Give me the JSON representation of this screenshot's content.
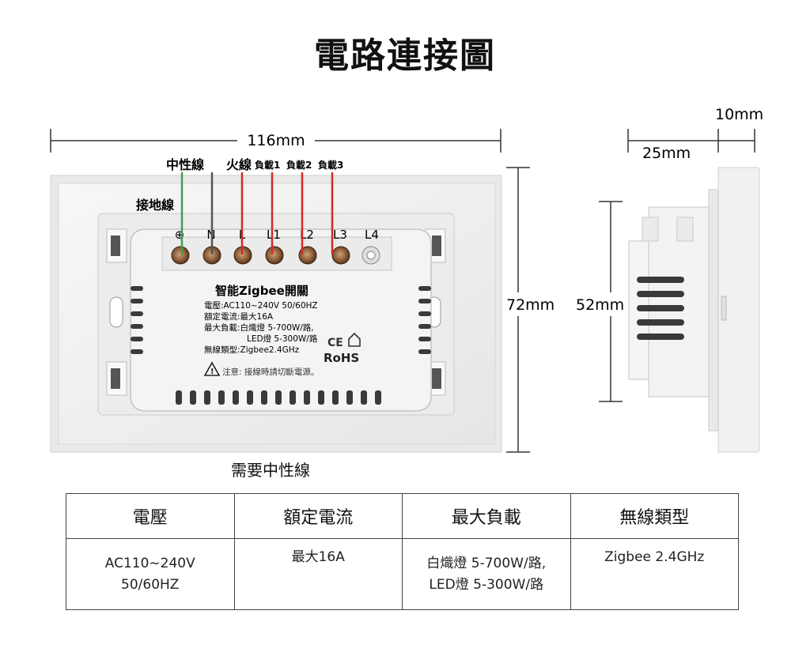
{
  "title": "電路連接圖",
  "dimensions": {
    "width": "116mm",
    "height_front": "72mm",
    "height_side": "52mm",
    "depth_total": "25mm",
    "depth_plate": "10mm"
  },
  "wire_labels": {
    "neutral": "中性線",
    "live": "火線",
    "load1": "負載1",
    "load2": "負載2",
    "load3": "負載3",
    "ground": "接地線"
  },
  "terminals": [
    "⊕",
    "N",
    "L",
    "L1",
    "L2",
    "L3",
    "L4"
  ],
  "module": {
    "title": "智能Zigbee開關",
    "voltage": "電壓:AC110~240V  50/60HZ",
    "current": "額定電流:最大16A",
    "load_line1": "最大負載:白熾燈 5-700W/路,",
    "load_line2": "LED燈 5-300W/路",
    "wireless": "無線類型:Zigbee2.4GHz",
    "ce": "CE",
    "rohs": "RoHS",
    "warning": "注意: 接線時請切斷電源。"
  },
  "note": "需要中性線",
  "colors": {
    "ground_wire": "#3aa24a",
    "live_wire": "#d42a2a",
    "neutral_wire": "#555555",
    "plate": "#f2f2f2"
  },
  "table": {
    "headers": [
      "電壓",
      "額定電流",
      "最大負載",
      "無線類型"
    ],
    "rows": [
      [
        [
          "AC110~240V",
          "50/60HZ"
        ],
        [
          "最大16A"
        ],
        [
          "白熾燈 5-700W/路,",
          "LED燈 5-300W/路"
        ],
        [
          "Zigbee 2.4GHz"
        ]
      ]
    ]
  }
}
